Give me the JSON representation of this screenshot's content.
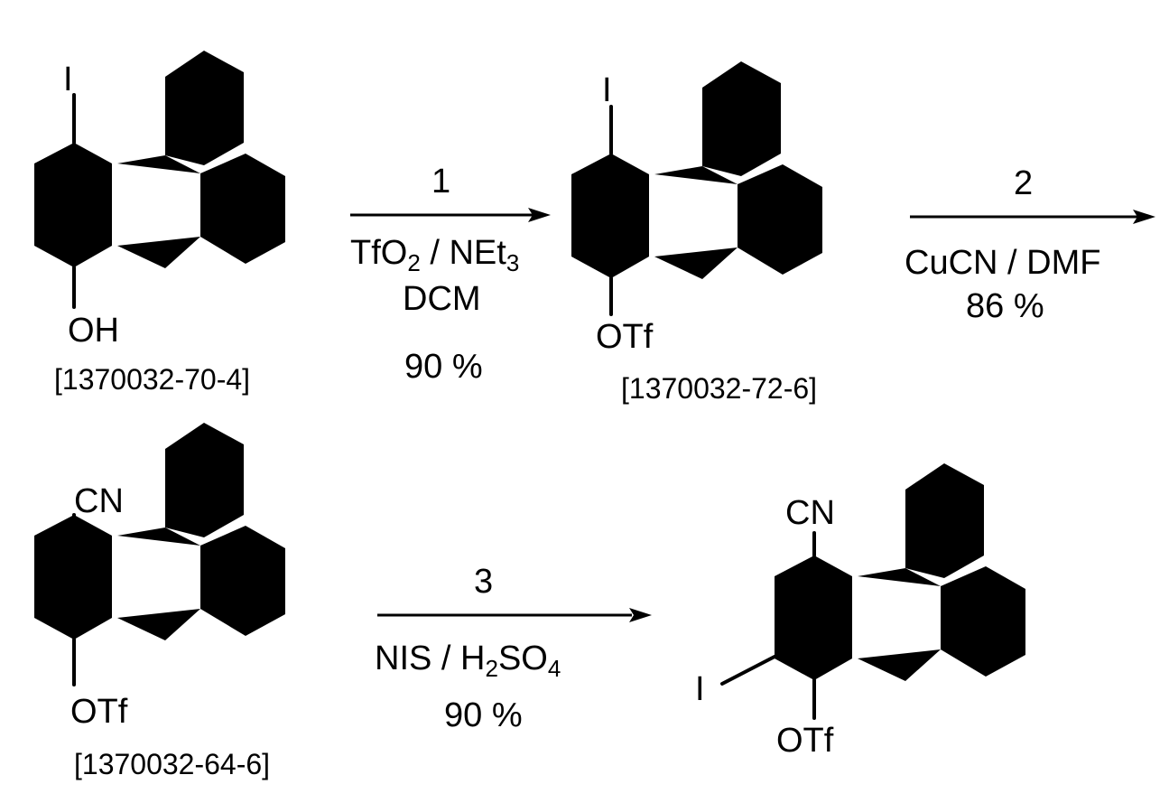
{
  "compounds": [
    {
      "substituent_top": "I",
      "substituent_bottom": "OH",
      "cas": "[1370032-70-4]"
    },
    {
      "substituent_top": "I",
      "substituent_bottom": "OTf",
      "cas": "[1370032-72-6]"
    },
    {
      "substituent_top": "CN",
      "substituent_bottom": "OTf",
      "cas": "[1370032-64-6]"
    },
    {
      "substituent_top": "CN",
      "substituent_bottom": "OTf",
      "substituent_side": "I"
    }
  ],
  "steps": [
    {
      "number": "1",
      "reagents": [
        "TfO",
        "2",
        " / NEt",
        "3"
      ],
      "solvent": "DCM",
      "yield": "90 %"
    },
    {
      "number": "2",
      "reagents": "CuCN / DMF",
      "yield": "86 %"
    },
    {
      "number": "3",
      "reagents": [
        "NIS / H",
        "2",
        "SO",
        "4"
      ],
      "yield": "90 %"
    }
  ]
}
